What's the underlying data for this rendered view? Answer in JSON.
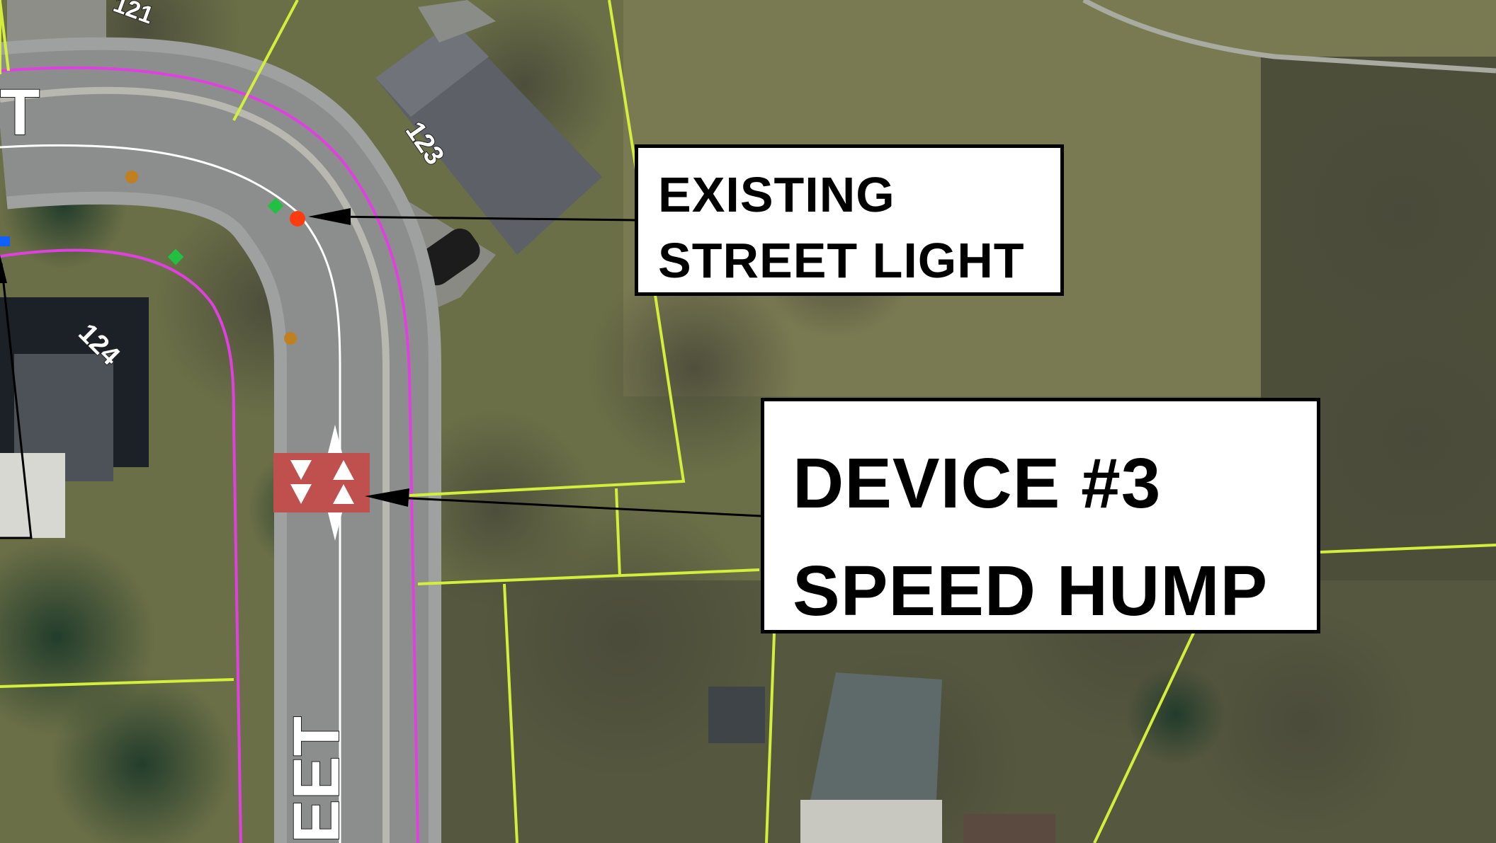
{
  "callouts": {
    "street_light": {
      "line1": "EXISTING",
      "line2": "STREET LIGHT"
    },
    "device": {
      "line1": "DEVICE #3",
      "line2": "SPEED HUMP"
    }
  },
  "parcels": {
    "p121": "121",
    "p123": "123",
    "p124": "124"
  },
  "street_labels": {
    "top": "T",
    "bottom": "EET"
  },
  "colors": {
    "right_of_way": "#e040e0",
    "parcel_lines": "#d4ee3c",
    "speed_hump": "#c0504d",
    "street_light": "#ff3b10",
    "utility_green": "#22c040",
    "utility_orange": "#c08020",
    "utility_blue": "#1060ff",
    "leader": "#000000"
  },
  "icons": [
    "speed-hump-icon",
    "street-light-icon"
  ]
}
